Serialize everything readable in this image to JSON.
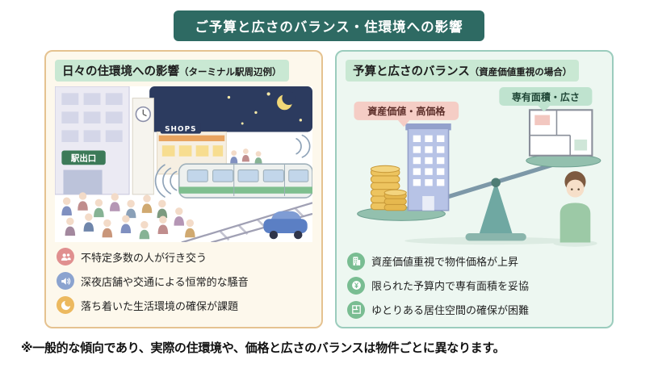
{
  "header": {
    "title": "ご予算と広さのバランス・住環境への影響"
  },
  "left_panel": {
    "title": "日々の住環境への影響",
    "title_note": "（ターミナル駅周辺例）",
    "illustration": {
      "station_sign": "駅出口",
      "shops_sign": "SHOPS"
    },
    "bullets": [
      {
        "icon": "people-icon",
        "color": "#e08f8f",
        "text": "不特定多数の人が行き交う"
      },
      {
        "icon": "speaker-icon",
        "color": "#8ba3cf",
        "text": "深夜店舗や交通による恒常的な騒音"
      },
      {
        "icon": "crescent-moon-icon",
        "color": "#ecb95f",
        "text": "落ち着いた生活環境の確保が課題"
      }
    ]
  },
  "right_panel": {
    "title": "予算と広さのバランス",
    "title_note": "（資産価値重視の場合）",
    "scale_labels": {
      "left": "資産価値・高価格",
      "right": "専有面積・広さ"
    },
    "bullets": [
      {
        "icon": "building-icon",
        "color": "#79bd92",
        "text": "資産価値重視で物件価格が上昇"
      },
      {
        "icon": "coin-icon",
        "color": "#79bd92",
        "text": "限られた予算内で専有面積を妥協"
      },
      {
        "icon": "floorplan-icon",
        "color": "#79bd92",
        "text": "ゆとりある居住空間の確保が困難"
      }
    ]
  },
  "footer": {
    "note": "※一般的な傾向であり、実際の住環境や、価格と広さのバランスは物件ごとに異なります。"
  },
  "colors": {
    "header_bg": "#2e6a63",
    "left_panel_bg": "#fdf8ec",
    "left_panel_border": "#e5c290",
    "right_panel_bg": "#edf7f1",
    "right_panel_border": "#9bccbd",
    "title_highlight": "#c9e8d3",
    "asset_label_bg": "#f5cdc5",
    "area_label_bg": "#bfe3cf"
  }
}
